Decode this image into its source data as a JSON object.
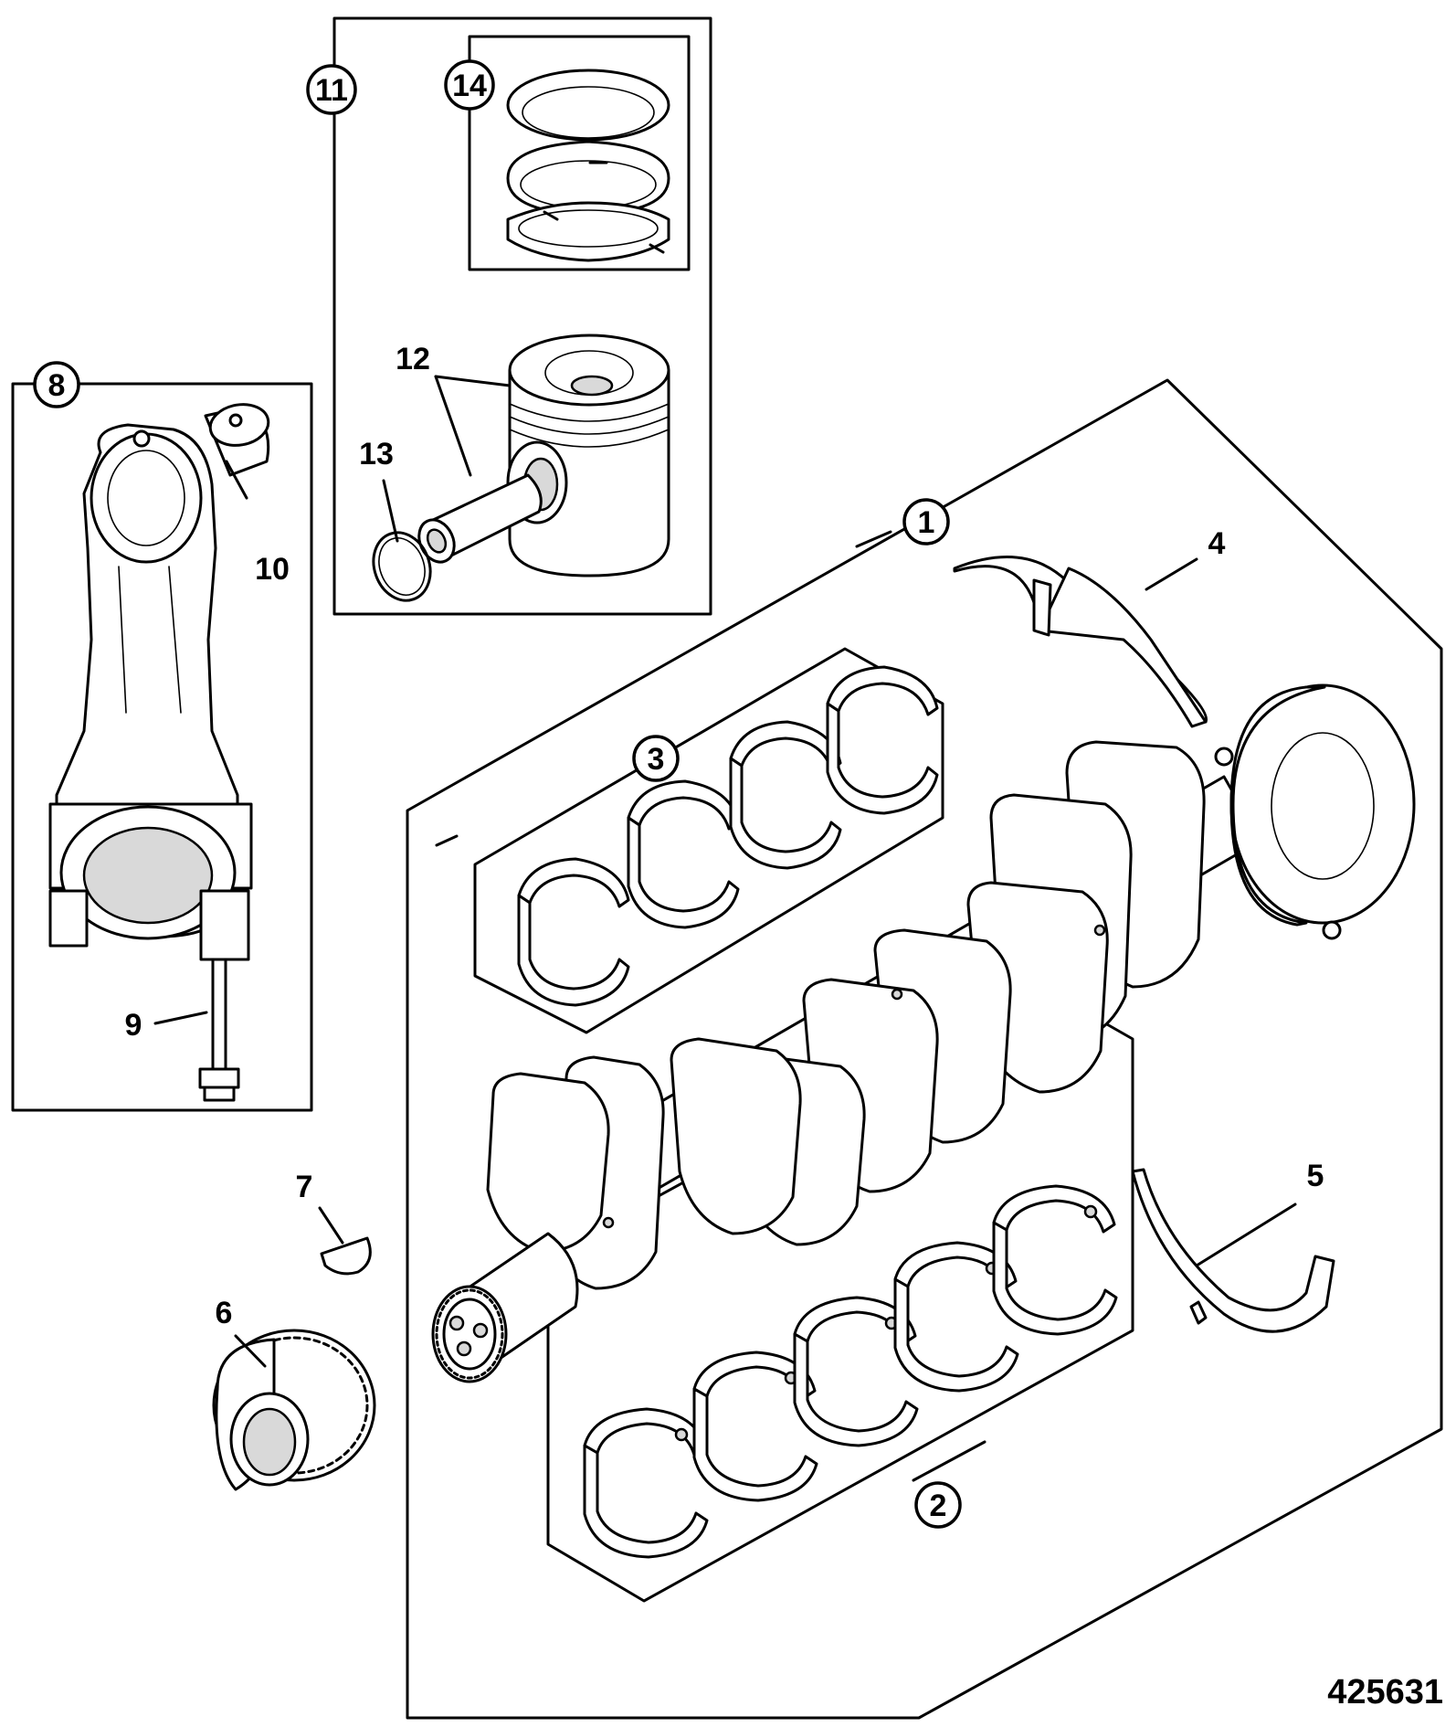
{
  "diagram": {
    "reference_number": "425631",
    "callouts": [
      {
        "id": "c1",
        "label": "1"
      },
      {
        "id": "c2",
        "label": "2"
      },
      {
        "id": "c3",
        "label": "3"
      },
      {
        "id": "c4",
        "label": "4"
      },
      {
        "id": "c5",
        "label": "5"
      },
      {
        "id": "c6",
        "label": "6"
      },
      {
        "id": "c7",
        "label": "7"
      },
      {
        "id": "c8",
        "label": "8"
      },
      {
        "id": "c9",
        "label": "9"
      },
      {
        "id": "c10",
        "label": "10"
      },
      {
        "id": "c11",
        "label": "11"
      },
      {
        "id": "c12",
        "label": "12"
      },
      {
        "id": "c13",
        "label": "13"
      },
      {
        "id": "c14",
        "label": "14"
      }
    ]
  }
}
